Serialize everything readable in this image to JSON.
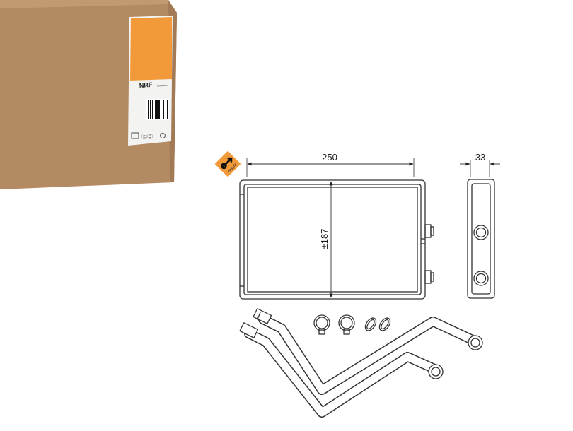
{
  "box": {
    "brand": "NRF",
    "colors": {
      "cardboard": "#b48a63",
      "cardboard_dark": "#9c7552",
      "label_orange": "#f29a3a"
    }
  },
  "badge": {
    "text": "easyfit",
    "color": "#f29a3a"
  },
  "dimensions": {
    "width": "250",
    "height": "±187",
    "depth": "33"
  },
  "colors": {
    "line": "#333333"
  }
}
